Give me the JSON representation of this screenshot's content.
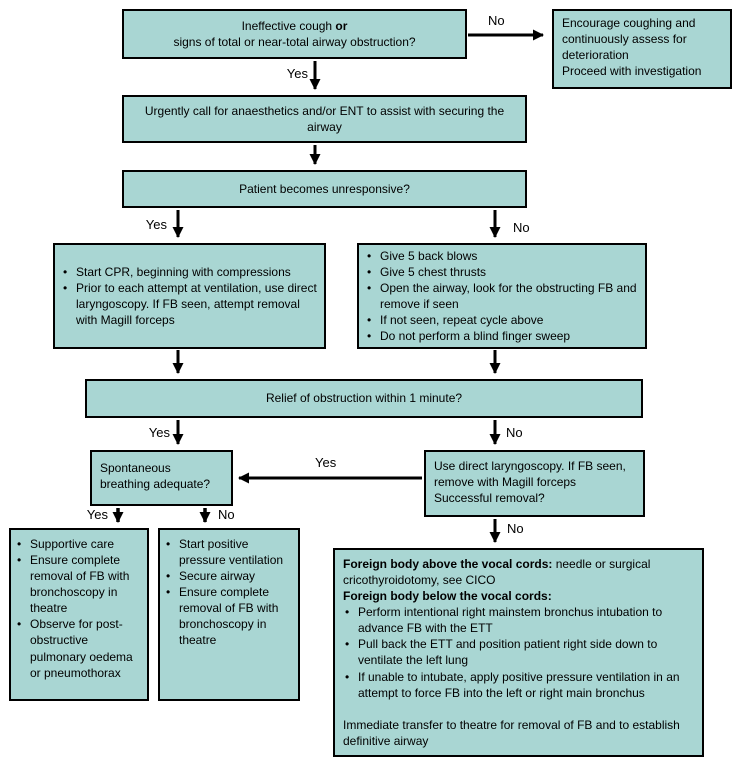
{
  "labels": {
    "yes": "Yes",
    "no": "No"
  },
  "colors": {
    "box_fill": "#a9d6d3",
    "box_border": "#000000",
    "arrow": "#000000",
    "text": "#000000",
    "background": "#ffffff"
  },
  "boxes": {
    "start": {
      "line1_regular": "Ineffective cough ",
      "line1_bold": "or",
      "line2": "signs of total or near-total airway obstruction?"
    },
    "encourage": {
      "line1": "Encourage coughing and continuously assess for deterioration",
      "line2": "Proceed with investigation"
    },
    "call": {
      "text": "Urgently call for anaesthetics and/or ENT to assist with securing the airway"
    },
    "unresponsive": {
      "text": "Patient becomes unresponsive?"
    },
    "cpr": {
      "bullets": [
        "Start CPR, beginning with compressions",
        "Prior to each attempt at ventilation, use direct laryngoscopy. If FB seen, attempt removal with Magill forceps"
      ]
    },
    "backblows": {
      "bullets": [
        "Give 5 back blows",
        "Give 5 chest thrusts",
        "Open the airway, look for the obstructing FB and remove if seen",
        "If not seen, repeat cycle above",
        "Do not perform a blind finger sweep"
      ]
    },
    "relief": {
      "text": "Relief of obstruction within 1 minute?"
    },
    "breathing": {
      "text": "Spontaneous breathing adequate?"
    },
    "laryngoscopy": {
      "line1": "Use direct laryngoscopy. If FB seen, remove with Magill forceps",
      "line2": "Successful removal?"
    },
    "supportive": {
      "bullets": [
        "Supportive care",
        "Ensure complete removal of FB with bronchoscopy in theatre",
        "Observe for post-obstructive pulmonary oedema or pneumothorax"
      ]
    },
    "ppv": {
      "bullets": [
        "Start positive pressure ventilation",
        "Secure airway",
        "Ensure complete removal of FB with bronchoscopy in theatre"
      ]
    },
    "foreign": {
      "heading1_bold": "Foreign body above the vocal cords:",
      "heading1_rest": " needle or surgical cricothyroidotomy, see CICO",
      "heading2_bold": "Foreign body below the vocal cords:",
      "bullets": [
        "Perform intentional right mainstem bronchus intubation to advance FB with the ETT",
        "Pull back the ETT and position patient right side down to ventilate the left lung",
        "If unable to intubate, apply positive pressure ventilation in an attempt to force FB into the left or right main bronchus"
      ],
      "footer": "Immediate transfer to theatre for removal of FB and to establish definitive airway"
    }
  }
}
